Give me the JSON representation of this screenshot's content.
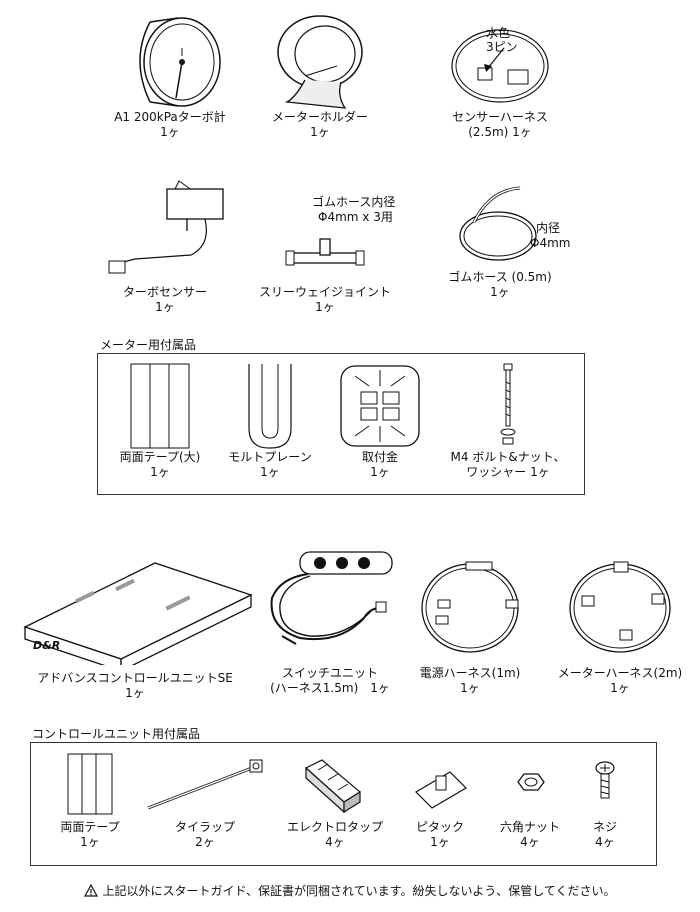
{
  "items": {
    "turbo_meter": {
      "label": "A1 200kPaターボ計",
      "qty": "1ヶ"
    },
    "meter_holder": {
      "label": "メーターホルダー",
      "qty": "1ヶ"
    },
    "sensor_harness": {
      "label": "センサーハーネス",
      "qty": "(2.5m) 1ヶ",
      "callout_1": "水色",
      "callout_2": "3ピン"
    },
    "turbo_sensor": {
      "label": "ターボセンサー",
      "qty": "1ヶ"
    },
    "three_way_joint": {
      "label": "スリーウェイジョイント",
      "qty": "1ヶ",
      "callout_1": "ゴムホース内径",
      "callout_2": "Φ4mm x 3用"
    },
    "rubber_hose": {
      "label": "ゴムホース (0.5m)",
      "qty": "1ヶ",
      "callout_1": "内径",
      "callout_2": "Φ4mm"
    },
    "double_tape_large": {
      "label": "両面テープ(大)",
      "qty": "1ヶ"
    },
    "molt_plane": {
      "label": "モルトプレーン",
      "qty": "1ヶ"
    },
    "mount_bracket": {
      "label": "取付金",
      "qty": "1ヶ"
    },
    "bolt_nut": {
      "label": "M4 ボルト&ナット、",
      "qty": "ワッシャー 1ヶ"
    },
    "control_unit": {
      "label": "アドバンスコントロールユニットSE",
      "qty": "1ヶ",
      "logo": "D&R"
    },
    "switch_unit": {
      "label": "スイッチユニット",
      "qty": "(ハーネス1.5m)　1ヶ"
    },
    "power_harness": {
      "label": "電源ハーネス(1m)",
      "qty": "1ヶ"
    },
    "meter_harness": {
      "label": "メーターハーネス(2m)",
      "qty": "1ヶ"
    },
    "double_tape": {
      "label": "両面テープ",
      "qty": "1ヶ"
    },
    "tie_wrap": {
      "label": "タイラップ",
      "qty": "2ヶ"
    },
    "electro_tap": {
      "label": "エレクトロタップ",
      "qty": "4ヶ"
    },
    "pitack": {
      "label": "ピタック",
      "qty": "1ヶ"
    },
    "hex_nut": {
      "label": "六角ナット",
      "qty": "4ヶ"
    },
    "screw": {
      "label": "ネジ",
      "qty": "4ヶ"
    }
  },
  "sections": {
    "meter_accessories": "メーター用付属品",
    "control_accessories": "コントロールユニット用付属品"
  },
  "footer": {
    "note": "上記以外にスタートガイド、保証書が同梱されています。紛失しないよう、保管してください。"
  }
}
